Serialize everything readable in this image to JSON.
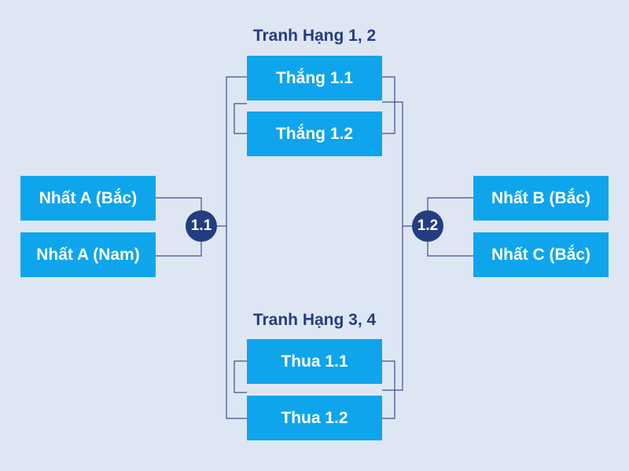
{
  "left_group": {
    "top_team": "Nhất A (Bắc)",
    "bottom_team": "Nhất A (Nam)",
    "match_label": "1.1"
  },
  "right_group": {
    "top_team": "Nhất B (Bắc)",
    "bottom_team": "Nhất C (Bắc)",
    "match_label": "1.2"
  },
  "final_section": {
    "title": "Tranh Hạng 1, 2",
    "top_slot": "Thắng 1.1",
    "bottom_slot": "Thắng 1.2"
  },
  "third_place_section": {
    "title": "Tranh Hạng 3, 4",
    "top_slot": "Thua 1.1",
    "bottom_slot": "Thua 1.2"
  },
  "colors": {
    "background": "#dfe6f3",
    "box": "#0ea5ec",
    "circle": "#243d80",
    "title": "#243d80",
    "line": "#3a4f92"
  }
}
